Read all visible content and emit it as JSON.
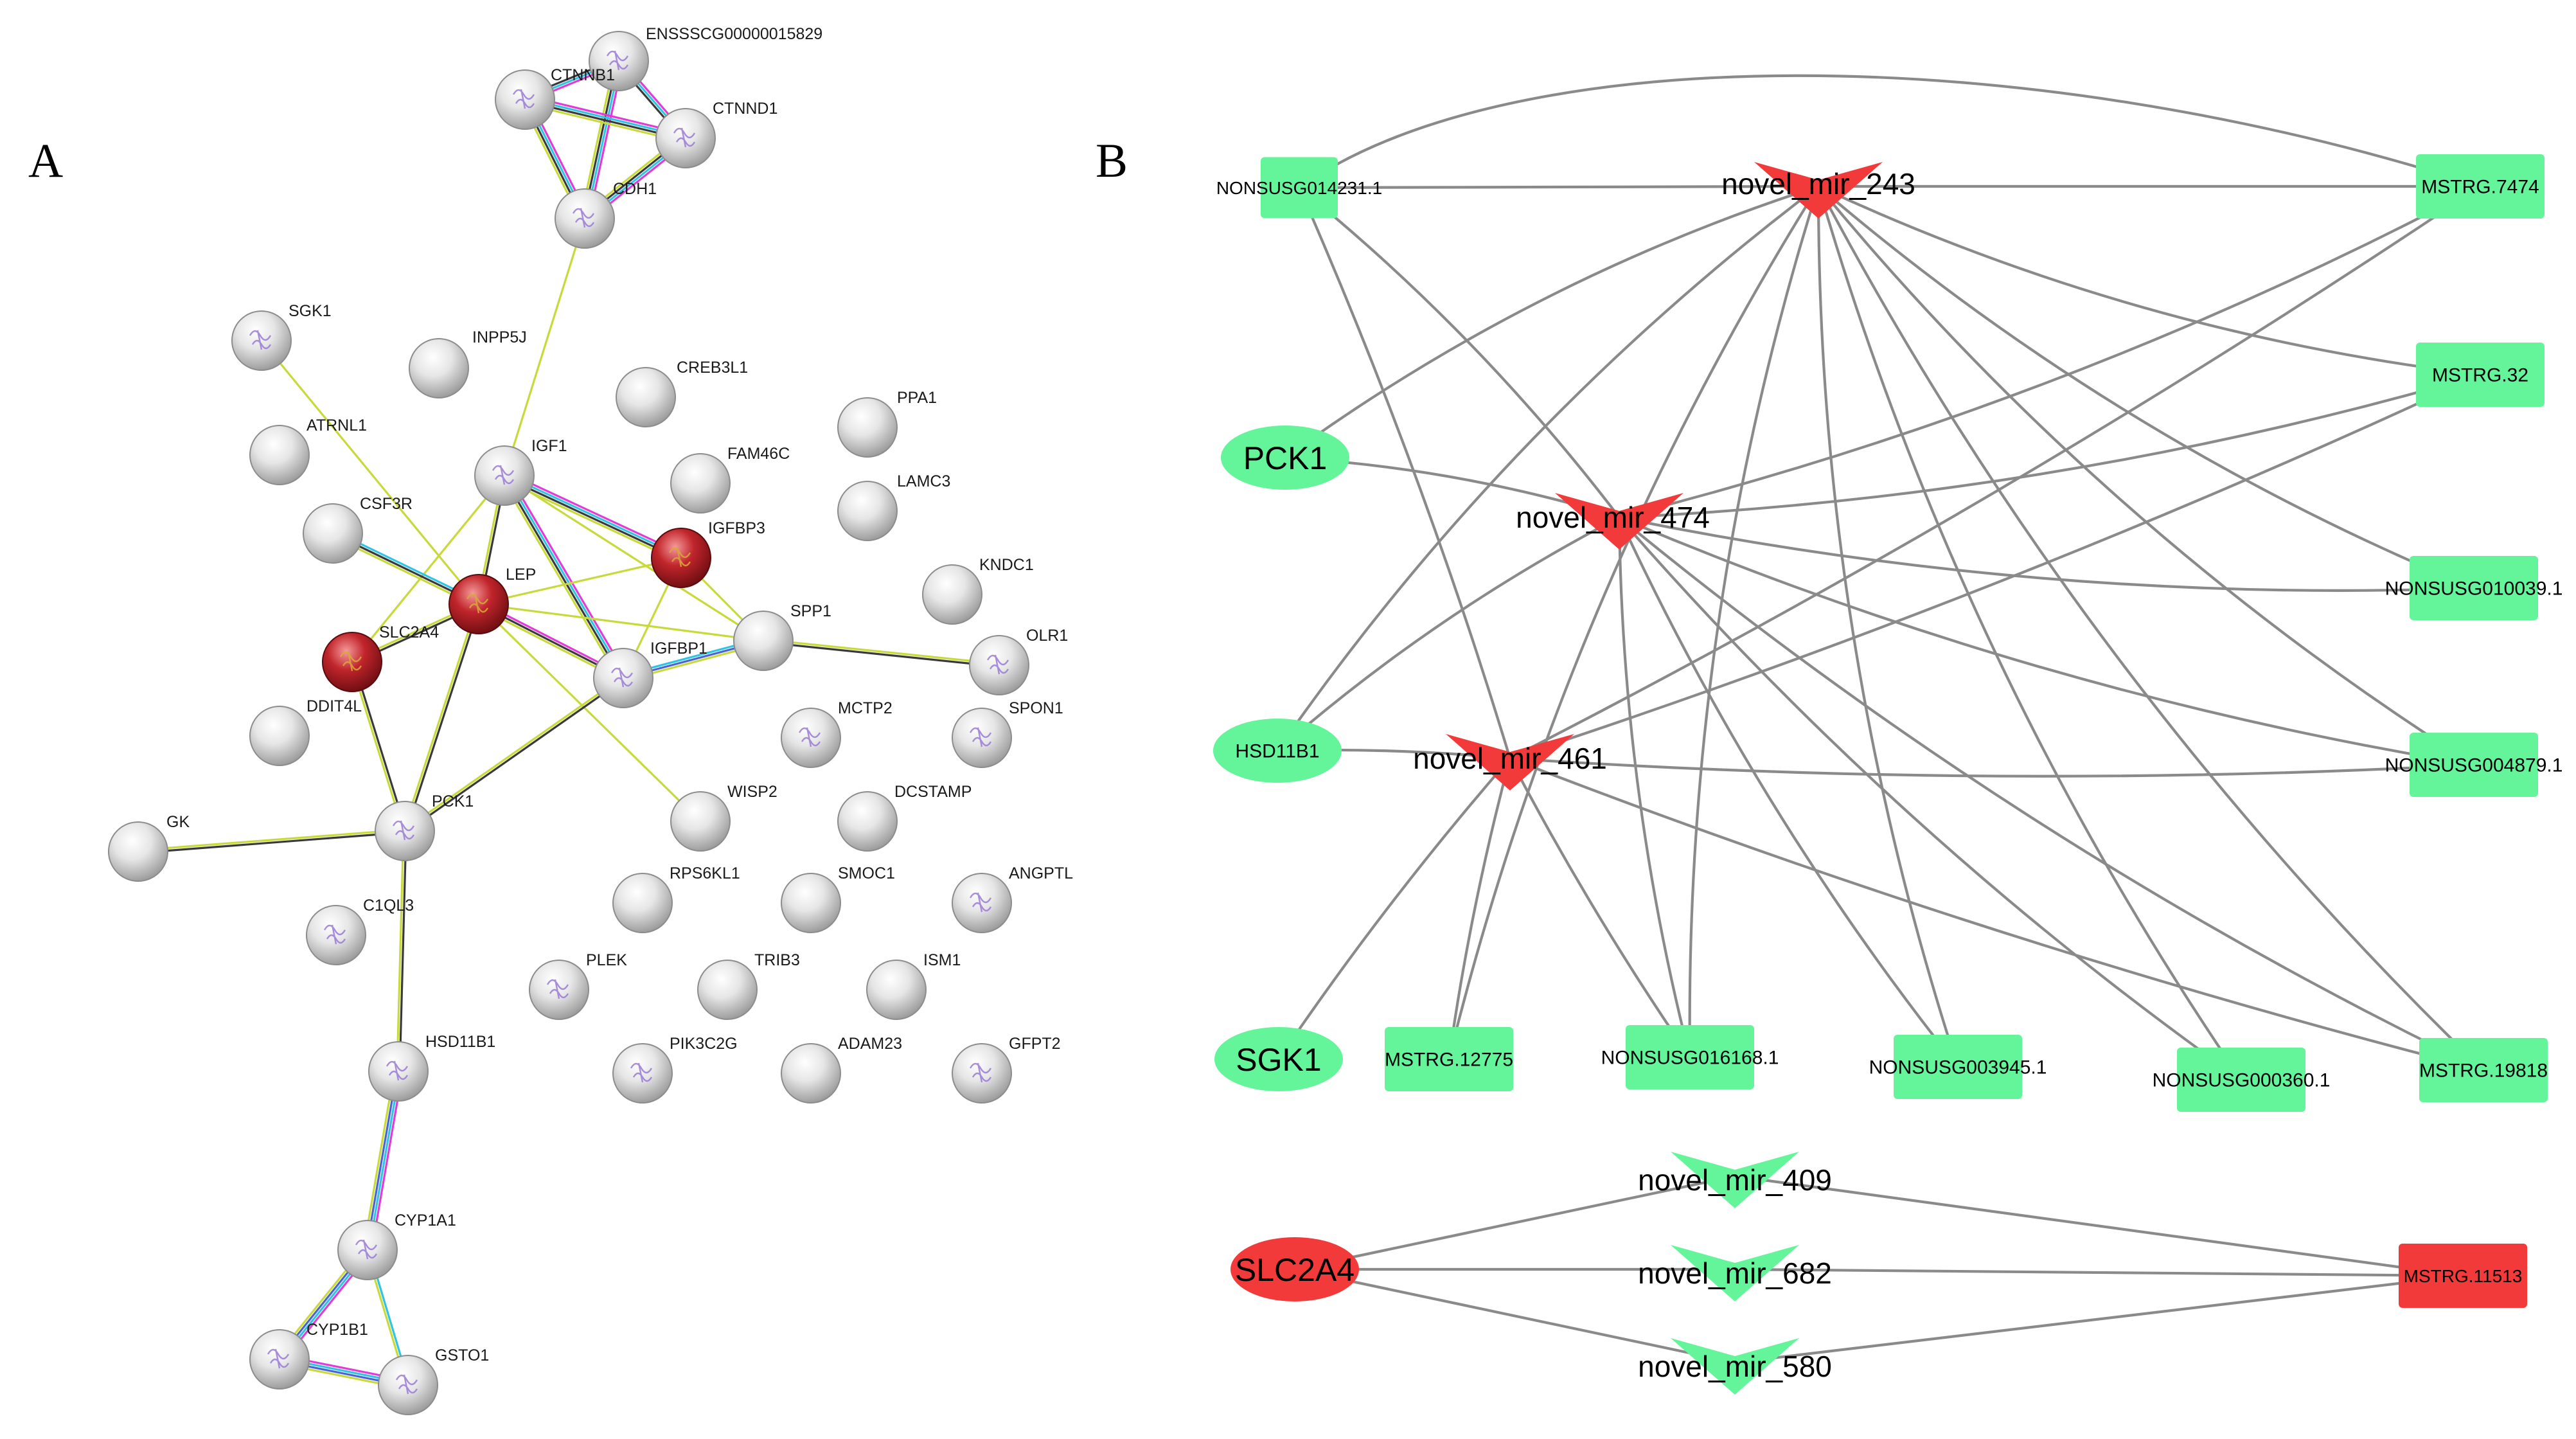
{
  "panels": {
    "a": "A",
    "b": "B"
  },
  "colors": {
    "ppi_node": "#d9d9d9",
    "ppi_highlight": "#c0252b",
    "edge_yellow": "#c8da3a",
    "edge_magenta": "#e23bd8",
    "edge_cyan": "#2fc3e6",
    "edge_dark": "#3a3a3a",
    "edge_blue": "#4a64d8",
    "net_edge": "#8a8a8a",
    "green_node": "#64f59b",
    "red_node": "#f23a3a"
  },
  "ppi": {
    "nodes": [
      {
        "id": "ENSSSCG00000015829",
        "label": "ENSSSCG00000015829",
        "icon": "protein-structure-icon"
      },
      {
        "id": "CTNNB1",
        "label": "CTNNB1",
        "icon": "protein-structure-icon"
      },
      {
        "id": "CTNND1",
        "label": "CTNND1",
        "icon": "protein-structure-icon"
      },
      {
        "id": "CDH1",
        "label": "CDH1",
        "icon": "protein-structure-icon"
      },
      {
        "id": "SGK1",
        "label": "SGK1",
        "icon": "protein-structure-icon"
      },
      {
        "id": "INPP5J",
        "label": "INPP5J"
      },
      {
        "id": "CREB3L1",
        "label": "CREB3L1"
      },
      {
        "id": "PPA1",
        "label": "PPA1"
      },
      {
        "id": "ATRNL1",
        "label": "ATRNL1"
      },
      {
        "id": "IGF1",
        "label": "IGF1",
        "icon": "protein-structure-icon"
      },
      {
        "id": "FAM46C",
        "label": "FAM46C"
      },
      {
        "id": "LAMC3",
        "label": "LAMC3"
      },
      {
        "id": "CSF3R",
        "label": "CSF3R"
      },
      {
        "id": "IGFBP3",
        "label": "IGFBP3",
        "highlight": true,
        "icon": "protein-structure-icon"
      },
      {
        "id": "KNDC1",
        "label": "KNDC1"
      },
      {
        "id": "LEP",
        "label": "LEP",
        "highlight": true,
        "icon": "protein-structure-icon"
      },
      {
        "id": "SPP1",
        "label": "SPP1"
      },
      {
        "id": "SLC2A4",
        "label": "SLC2A4",
        "highlight": true,
        "icon": "protein-structure-icon"
      },
      {
        "id": "OLR1",
        "label": "OLR1",
        "icon": "protein-structure-icon"
      },
      {
        "id": "IGFBP1",
        "label": "IGFBP1",
        "icon": "protein-structure-icon"
      },
      {
        "id": "DDIT4L",
        "label": "DDIT4L"
      },
      {
        "id": "MCTP2",
        "label": "MCTP2",
        "icon": "protein-structure-icon"
      },
      {
        "id": "SPON1",
        "label": "SPON1",
        "icon": "protein-structure-icon"
      },
      {
        "id": "PCK1",
        "label": "PCK1",
        "icon": "protein-structure-icon"
      },
      {
        "id": "WISP2",
        "label": "WISP2"
      },
      {
        "id": "DCSTAMP",
        "label": "DCSTAMP"
      },
      {
        "id": "GK",
        "label": "GK"
      },
      {
        "id": "RPS6KL1",
        "label": "RPS6KL1"
      },
      {
        "id": "SMOC1",
        "label": "SMOC1"
      },
      {
        "id": "ANGPTL",
        "label": "ANGPTL",
        "icon": "protein-structure-icon"
      },
      {
        "id": "C1QL3",
        "label": "C1QL3",
        "icon": "protein-structure-icon"
      },
      {
        "id": "PLEK",
        "label": "PLEK",
        "icon": "protein-structure-icon"
      },
      {
        "id": "TRIB3",
        "label": "TRIB3"
      },
      {
        "id": "ISM1",
        "label": "ISM1"
      },
      {
        "id": "HSD11B1",
        "label": "HSD11B1",
        "icon": "protein-structure-icon"
      },
      {
        "id": "PIK3C2G",
        "label": "PIK3C2G",
        "icon": "protein-structure-icon"
      },
      {
        "id": "ADAM23",
        "label": "ADAM23"
      },
      {
        "id": "GFPT2",
        "label": "GFPT2",
        "icon": "protein-structure-icon"
      },
      {
        "id": "CYP1A1",
        "label": "CYP1A1",
        "icon": "protein-structure-icon"
      },
      {
        "id": "CYP1B1",
        "label": "CYP1B1",
        "icon": "protein-structure-icon"
      },
      {
        "id": "GSTO1",
        "label": "GSTO1",
        "icon": "protein-structure-icon"
      }
    ],
    "edges": [
      {
        "from": "ENSSSCG00000015829",
        "to": "CTNNB1",
        "types": [
          "magenta",
          "cyan",
          "dark"
        ]
      },
      {
        "from": "ENSSSCG00000015829",
        "to": "CTNND1",
        "types": [
          "magenta",
          "cyan",
          "dark"
        ]
      },
      {
        "from": "ENSSSCG00000015829",
        "to": "CDH1",
        "types": [
          "magenta",
          "cyan",
          "dark",
          "yellow"
        ]
      },
      {
        "from": "CTNNB1",
        "to": "CTNND1",
        "types": [
          "magenta",
          "cyan",
          "dark",
          "yellow"
        ]
      },
      {
        "from": "CTNNB1",
        "to": "CDH1",
        "types": [
          "magenta",
          "cyan",
          "dark",
          "yellow"
        ]
      },
      {
        "from": "CTNND1",
        "to": "CDH1",
        "types": [
          "magenta",
          "cyan",
          "dark",
          "yellow"
        ]
      },
      {
        "from": "CDH1",
        "to": "IGF1",
        "types": [
          "yellow"
        ]
      },
      {
        "from": "SGK1",
        "to": "LEP",
        "types": [
          "yellow"
        ]
      },
      {
        "from": "IGF1",
        "to": "IGFBP3",
        "types": [
          "magenta",
          "cyan",
          "dark",
          "yellow"
        ]
      },
      {
        "from": "IGF1",
        "to": "IGFBP1",
        "types": [
          "magenta",
          "cyan",
          "dark",
          "yellow"
        ]
      },
      {
        "from": "IGF1",
        "to": "LEP",
        "types": [
          "dark",
          "yellow"
        ]
      },
      {
        "from": "IGF1",
        "to": "SLC2A4",
        "types": [
          "yellow"
        ]
      },
      {
        "from": "IGF1",
        "to": "SPP1",
        "types": [
          "yellow"
        ]
      },
      {
        "from": "CSF3R",
        "to": "LEP",
        "types": [
          "cyan",
          "dark",
          "yellow"
        ]
      },
      {
        "from": "LEP",
        "to": "IGFBP3",
        "types": [
          "yellow"
        ]
      },
      {
        "from": "LEP",
        "to": "SPP1",
        "types": [
          "yellow"
        ]
      },
      {
        "from": "LEP",
        "to": "IGFBP1",
        "types": [
          "magenta",
          "dark",
          "yellow"
        ]
      },
      {
        "from": "LEP",
        "to": "PCK1",
        "types": [
          "dark",
          "yellow"
        ]
      },
      {
        "from": "LEP",
        "to": "WISP2",
        "types": [
          "yellow"
        ]
      },
      {
        "from": "LEP",
        "to": "SLC2A4",
        "types": [
          "dark",
          "yellow"
        ]
      },
      {
        "from": "IGFBP3",
        "to": "IGFBP1",
        "types": [
          "yellow"
        ]
      },
      {
        "from": "IGFBP3",
        "to": "SPP1",
        "types": [
          "yellow"
        ]
      },
      {
        "from": "IGFBP1",
        "to": "SPP1",
        "types": [
          "cyan",
          "blue",
          "yellow"
        ]
      },
      {
        "from": "IGFBP1",
        "to": "PCK1",
        "types": [
          "dark",
          "yellow"
        ]
      },
      {
        "from": "SPP1",
        "to": "OLR1",
        "types": [
          "yellow",
          "dark"
        ]
      },
      {
        "from": "SLC2A4",
        "to": "PCK1",
        "types": [
          "dark",
          "yellow"
        ]
      },
      {
        "from": "PCK1",
        "to": "GK",
        "types": [
          "dark",
          "yellow"
        ]
      },
      {
        "from": "PCK1",
        "to": "HSD11B1",
        "types": [
          "dark",
          "yellow"
        ]
      },
      {
        "from": "HSD11B1",
        "to": "CYP1A1",
        "types": [
          "magenta",
          "cyan",
          "blue",
          "yellow"
        ]
      },
      {
        "from": "CYP1A1",
        "to": "CYP1B1",
        "types": [
          "magenta",
          "cyan",
          "blue",
          "yellow"
        ]
      },
      {
        "from": "CYP1A1",
        "to": "GSTO1",
        "types": [
          "cyan",
          "yellow"
        ]
      },
      {
        "from": "CYP1B1",
        "to": "GSTO1",
        "types": [
          "magenta",
          "cyan",
          "blue",
          "yellow"
        ]
      }
    ]
  },
  "network": {
    "nodes": [
      {
        "id": "novel_mir_243",
        "label": "novel_mir_243",
        "shape": "arrow-red"
      },
      {
        "id": "novel_mir_474",
        "label": "novel_mir_474",
        "shape": "arrow-red"
      },
      {
        "id": "novel_mir_461",
        "label": "novel_mir_461",
        "shape": "arrow-red"
      },
      {
        "id": "NONSUSG014231.1",
        "label": "NONSUSG014231.1",
        "shape": "rect"
      },
      {
        "id": "MSTRG.7474",
        "label": "MSTRG.7474",
        "shape": "rect"
      },
      {
        "id": "MSTRG.32",
        "label": "MSTRG.32",
        "shape": "rect"
      },
      {
        "id": "NONSUSG010039.1",
        "label": "NONSUSG010039.1",
        "shape": "rect"
      },
      {
        "id": "NONSUSG004879.1",
        "label": "NONSUSG004879.1",
        "shape": "rect"
      },
      {
        "id": "MSTRG.19818",
        "label": "MSTRG.19818",
        "shape": "rect"
      },
      {
        "id": "NONSUSG000360.1",
        "label": "NONSUSG000360.1",
        "shape": "rect"
      },
      {
        "id": "NONSUSG003945.1",
        "label": "NONSUSG003945.1",
        "shape": "rect"
      },
      {
        "id": "NONSUSG016168.1",
        "label": "NONSUSG016168.1",
        "shape": "rect"
      },
      {
        "id": "MSTRG.12775",
        "label": "MSTRG.12775",
        "shape": "rect"
      },
      {
        "id": "PCK1",
        "label": "PCK1",
        "shape": "ellipse"
      },
      {
        "id": "HSD11B1",
        "label": "HSD11B1",
        "shape": "ellipse"
      },
      {
        "id": "SGK1",
        "label": "SGK1",
        "shape": "ellipse"
      },
      {
        "id": "SLC2A4",
        "label": "SLC2A4",
        "shape": "ellipse-red"
      },
      {
        "id": "novel_mir_409",
        "label": "novel_mir_409",
        "shape": "arrow-green"
      },
      {
        "id": "novel_mir_682",
        "label": "novel_mir_682",
        "shape": "arrow-green"
      },
      {
        "id": "novel_mir_580",
        "label": "novel_mir_580",
        "shape": "arrow-green"
      },
      {
        "id": "MSTRG.11513",
        "label": "MSTRG.11513",
        "shape": "rect-red"
      }
    ],
    "edges": [
      [
        "novel_mir_243",
        "NONSUSG014231.1"
      ],
      [
        "novel_mir_243",
        "MSTRG.7474"
      ],
      [
        "novel_mir_243",
        "MSTRG.32"
      ],
      [
        "novel_mir_243",
        "NONSUSG010039.1"
      ],
      [
        "novel_mir_243",
        "NONSUSG004879.1"
      ],
      [
        "novel_mir_243",
        "MSTRG.19818"
      ],
      [
        "novel_mir_243",
        "NONSUSG000360.1"
      ],
      [
        "novel_mir_243",
        "NONSUSG003945.1"
      ],
      [
        "novel_mir_243",
        "NONSUSG016168.1"
      ],
      [
        "novel_mir_243",
        "MSTRG.12775"
      ],
      [
        "novel_mir_243",
        "PCK1"
      ],
      [
        "novel_mir_243",
        "HSD11B1"
      ],
      [
        "novel_mir_474",
        "NONSUSG014231.1"
      ],
      [
        "novel_mir_474",
        "MSTRG.7474"
      ],
      [
        "novel_mir_474",
        "MSTRG.32"
      ],
      [
        "novel_mir_474",
        "NONSUSG010039.1"
      ],
      [
        "novel_mir_474",
        "NONSUSG004879.1"
      ],
      [
        "novel_mir_474",
        "MSTRG.19818"
      ],
      [
        "novel_mir_474",
        "NONSUSG000360.1"
      ],
      [
        "novel_mir_474",
        "NONSUSG003945.1"
      ],
      [
        "novel_mir_474",
        "NONSUSG016168.1"
      ],
      [
        "novel_mir_474",
        "PCK1"
      ],
      [
        "novel_mir_474",
        "HSD11B1"
      ],
      [
        "novel_mir_461",
        "NONSUSG014231.1"
      ],
      [
        "novel_mir_461",
        "MSTRG.7474"
      ],
      [
        "novel_mir_461",
        "MSTRG.32"
      ],
      [
        "novel_mir_461",
        "NONSUSG004879.1"
      ],
      [
        "novel_mir_461",
        "MSTRG.19818"
      ],
      [
        "novel_mir_461",
        "NONSUSG016168.1"
      ],
      [
        "novel_mir_461",
        "MSTRG.12775"
      ],
      [
        "novel_mir_461",
        "HSD11B1"
      ],
      [
        "novel_mir_461",
        "SGK1"
      ],
      [
        "SLC2A4",
        "novel_mir_409"
      ],
      [
        "SLC2A4",
        "novel_mir_682"
      ],
      [
        "SLC2A4",
        "novel_mir_580"
      ],
      [
        "novel_mir_409",
        "MSTRG.11513"
      ],
      [
        "novel_mir_682",
        "MSTRG.11513"
      ],
      [
        "novel_mir_580",
        "MSTRG.11513"
      ]
    ]
  }
}
